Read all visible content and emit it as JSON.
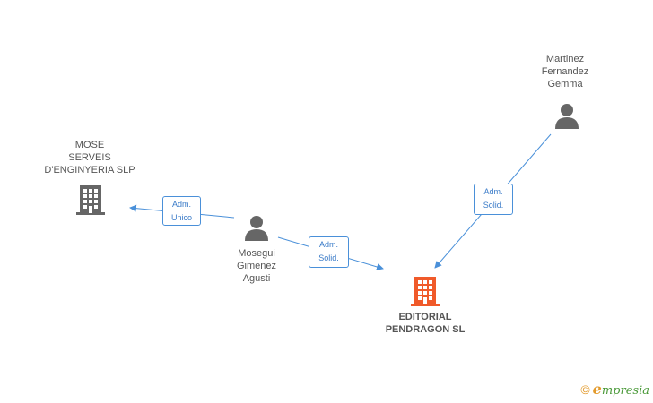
{
  "nodes": {
    "mose": {
      "lines": [
        "MOSE",
        "SERVEIS",
        "D'ENGINYERIA SLP"
      ],
      "type": "company",
      "color": "#666666"
    },
    "martinez": {
      "lines": [
        "Martinez",
        "Fernandez",
        "Gemma"
      ],
      "type": "person",
      "color": "#666666"
    },
    "mosegui": {
      "lines": [
        "Mosegui",
        "Gimenez",
        "Agusti"
      ],
      "type": "person",
      "color": "#666666"
    },
    "editorial": {
      "lines": [
        "EDITORIAL",
        "PENDRAGON SL"
      ],
      "type": "company-main",
      "color": "#f05a2a"
    }
  },
  "edges": {
    "mosegui_to_mose": {
      "lines": [
        "Adm.",
        "Unico"
      ]
    },
    "mosegui_to_editorial": {
      "lines": [
        "Adm.",
        "Solid."
      ]
    },
    "martinez_to_editorial": {
      "lines": [
        "Adm.",
        "Solid."
      ]
    }
  },
  "colors": {
    "edge": "#4a90d9"
  },
  "footer": {
    "copyright_symbol": "©",
    "brand_first": "e",
    "brand_rest": "mpresia"
  }
}
